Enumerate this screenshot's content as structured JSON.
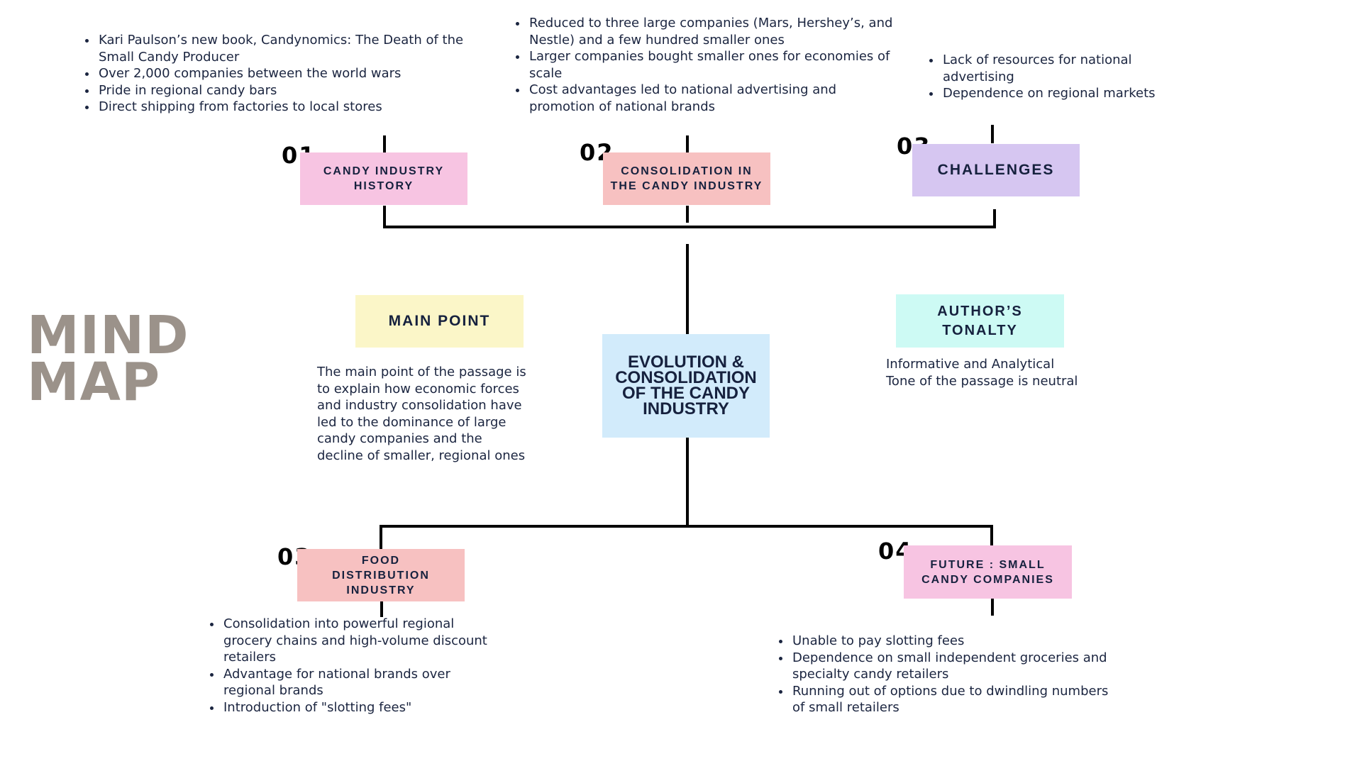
{
  "title": {
    "line1": "MIND",
    "line2": "MAP"
  },
  "center": {
    "label": "EVOLUTION & CONSOLIDATION OF THE CANDY INDUSTRY",
    "color": "#d2ebfb"
  },
  "branches": {
    "b1": {
      "number": "01",
      "label": "CANDY INDUSTRY HISTORY",
      "color": "#f7c4e2",
      "bullets": [
        "Kari Paulson’s new book, Candynomics: The Death of the Small Candy Producer",
        "Over 2,000 companies between the world wars",
        " Pride in regional candy bars",
        " Direct shipping from factories to local stores"
      ]
    },
    "b2": {
      "number": "02",
      "label": "CONSOLIDATION IN THE CANDY INDUSTRY",
      "color": "#f7c1c1",
      "bullets": [
        "Reduced to three large companies (Mars, Hershey’s, and Nestle) and a few hundred smaller ones",
        "Larger companies bought smaller ones for economies of scale",
        " Cost advantages led to national advertising and promotion of national brands"
      ]
    },
    "b3": {
      "number": "03",
      "label": "CHALLENGES",
      "color": "#d6c6f1",
      "bullets": [
        "Lack of resources for national advertising",
        " Dependence on regional markets"
      ]
    },
    "b4": {
      "number": "03",
      "label": "FOOD DISTRIBUTION INDUSTRY",
      "color": "#f7c1c1",
      "bullets": [
        "Consolidation into powerful regional grocery chains and high-volume discount retailers",
        " Advantage for national brands over regional brands",
        " Introduction of \"slotting fees\""
      ]
    },
    "b5": {
      "number": "04",
      "label": "FUTURE : SMALL CANDY COMPANIES",
      "color": "#f7c4e2",
      "bullets": [
        "Unable to pay slotting fees",
        " Dependence on small independent groceries and specialty candy retailers",
        " Running out of options due to dwindling numbers of small retailers"
      ]
    }
  },
  "main_point": {
    "label": "MAIN POINT",
    "color": "#fbf6c8",
    "text": "The main point of the passage is to explain how economic forces and industry consolidation have led to the dominance of large candy companies and the decline of smaller, regional ones"
  },
  "tonality": {
    "label": "AUTHOR’S TONALTY",
    "color": "#cdfaf4",
    "line1": "Informative and Analytical",
    "line2": "Tone of the passage is neutral"
  }
}
